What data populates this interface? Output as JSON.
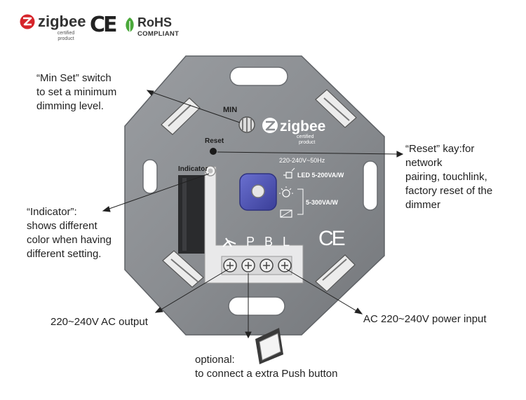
{
  "certifications": {
    "zigbee_brand": "zigbee",
    "zigbee_sub": [
      "certified",
      "product"
    ],
    "ce": "CE",
    "rohs_title": "RoHS",
    "rohs_sub": "COMPLIANT"
  },
  "device": {
    "min_label": "MIN",
    "zigbee_brand": "zigbee",
    "zigbee_sub": [
      "certified",
      "product"
    ],
    "reset_label": "Reset",
    "indicator_label": "Indicator",
    "voltage": "220-240V~50Hz",
    "led_rating": "LED 5-200VA/W",
    "other_rating": "5-300VA/W",
    "terminals": [
      "P",
      "B",
      "L"
    ],
    "ce": "CE"
  },
  "annotations": {
    "min_set": "“Min Set” switch\nto set a minimum\ndimming level.",
    "reset": "“Reset” kay:for\nnetwork\npairing, touchlink,\nfactory reset of the\ndimmer",
    "indicator": "“Indicator”:\nshows different\ncolor when having\ndifferent setting.",
    "output": "220~240V AC output",
    "input": "AC 220~240V power input",
    "optional": "optional:\nto  connect a extra Push button"
  },
  "colors": {
    "plate": "#8a8d91",
    "plate_dark": "#6e7175",
    "knob_blue": "#4a4fb0",
    "zigbee_red": "#d6252b",
    "rohs_green": "#4aa83a"
  }
}
